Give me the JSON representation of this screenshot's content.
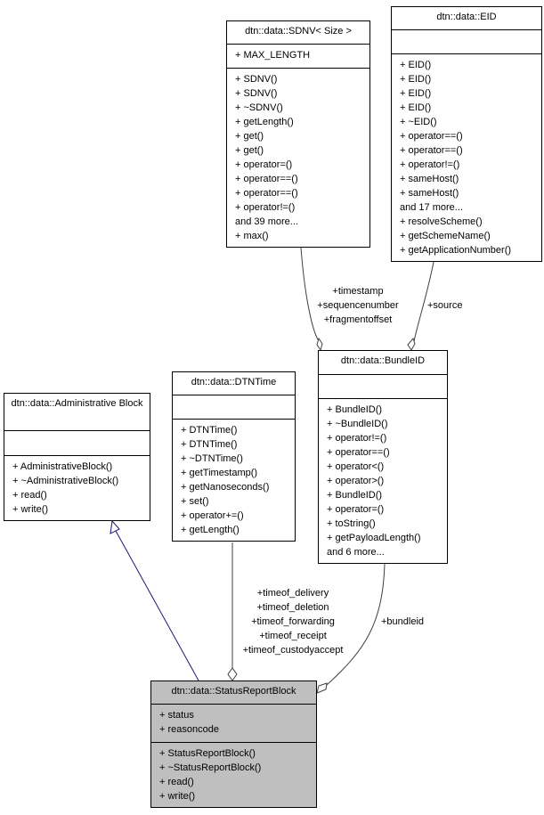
{
  "classes": [
    {
      "id": "sdnv",
      "title": "dtn::data::SDNV< Size >",
      "attributes": [
        "+ MAX_LENGTH"
      ],
      "methods": [
        "+ SDNV()",
        "+ SDNV()",
        "+ ~SDNV()",
        "+ getLength()",
        "+ get()",
        "+ get()",
        "+ operator=()",
        "+ operator==()",
        "+ operator==()",
        "+ operator!=()",
        "and 39 more...",
        "+ max()"
      ]
    },
    {
      "id": "eid",
      "title": "dtn::data::EID",
      "attributes": [],
      "methods": [
        "+ EID()",
        "+ EID()",
        "+ EID()",
        "+ EID()",
        "+ ~EID()",
        "+ operator==()",
        "+ operator==()",
        "+ operator!=()",
        "+ sameHost()",
        "+ sameHost()",
        "and 17 more...",
        "+ resolveScheme()",
        "+ getSchemeName()",
        "+ getApplicationNumber()"
      ]
    },
    {
      "id": "admin",
      "title": "dtn::data::Administrative Block",
      "attributes": [],
      "methods": [
        "+ AdministrativeBlock()",
        "+ ~AdministrativeBlock()",
        "+ read()",
        "+ write()"
      ]
    },
    {
      "id": "dtntime",
      "title": "dtn::data::DTNTime",
      "attributes": [],
      "methods": [
        "+ DTNTime()",
        "+ DTNTime()",
        "+ ~DTNTime()",
        "+ getTimestamp()",
        "+ getNanoseconds()",
        "+ set()",
        "+ operator+=()",
        "+ getLength()"
      ]
    },
    {
      "id": "bundleid",
      "title": "dtn::data::BundleID",
      "attributes": [],
      "methods": [
        "+ BundleID()",
        "+ ~BundleID()",
        "+ operator!=()",
        "+ operator==()",
        "+ operator<()",
        "+ operator>()",
        "+ BundleID()",
        "+ operator=()",
        "+ toString()",
        "+ getPayloadLength()",
        "and 6 more..."
      ]
    },
    {
      "id": "statusreport",
      "title": "dtn::data::StatusReportBlock",
      "attributes": [
        "+ status",
        "+ reasoncode"
      ],
      "methods": [
        "+ StatusReportBlock()",
        "+ ~StatusReportBlock()",
        "+ read()",
        "+ write()"
      ]
    }
  ],
  "edges": [
    {
      "id": "sdnv-bundleid",
      "type": "composition",
      "labels": [
        "+timestamp",
        "+sequencenumber",
        "+fragmentoffset"
      ]
    },
    {
      "id": "eid-bundleid",
      "type": "composition",
      "labels": [
        "+source"
      ]
    },
    {
      "id": "admin-statusreport",
      "type": "inheritance",
      "labels": []
    },
    {
      "id": "dtntime-statusreport",
      "type": "composition",
      "labels": [
        "+timeof_delivery",
        "+timeof_deletion",
        "+timeof_forwarding",
        "+timeof_receipt",
        "+timeof_custodyaccept"
      ]
    },
    {
      "id": "bundleid-statusreport",
      "type": "composition",
      "labels": [
        "+bundleid"
      ]
    }
  ],
  "colors": {
    "inheritance": "#191970",
    "composition": "#404040",
    "focus_fill": "#bfbfbf"
  }
}
